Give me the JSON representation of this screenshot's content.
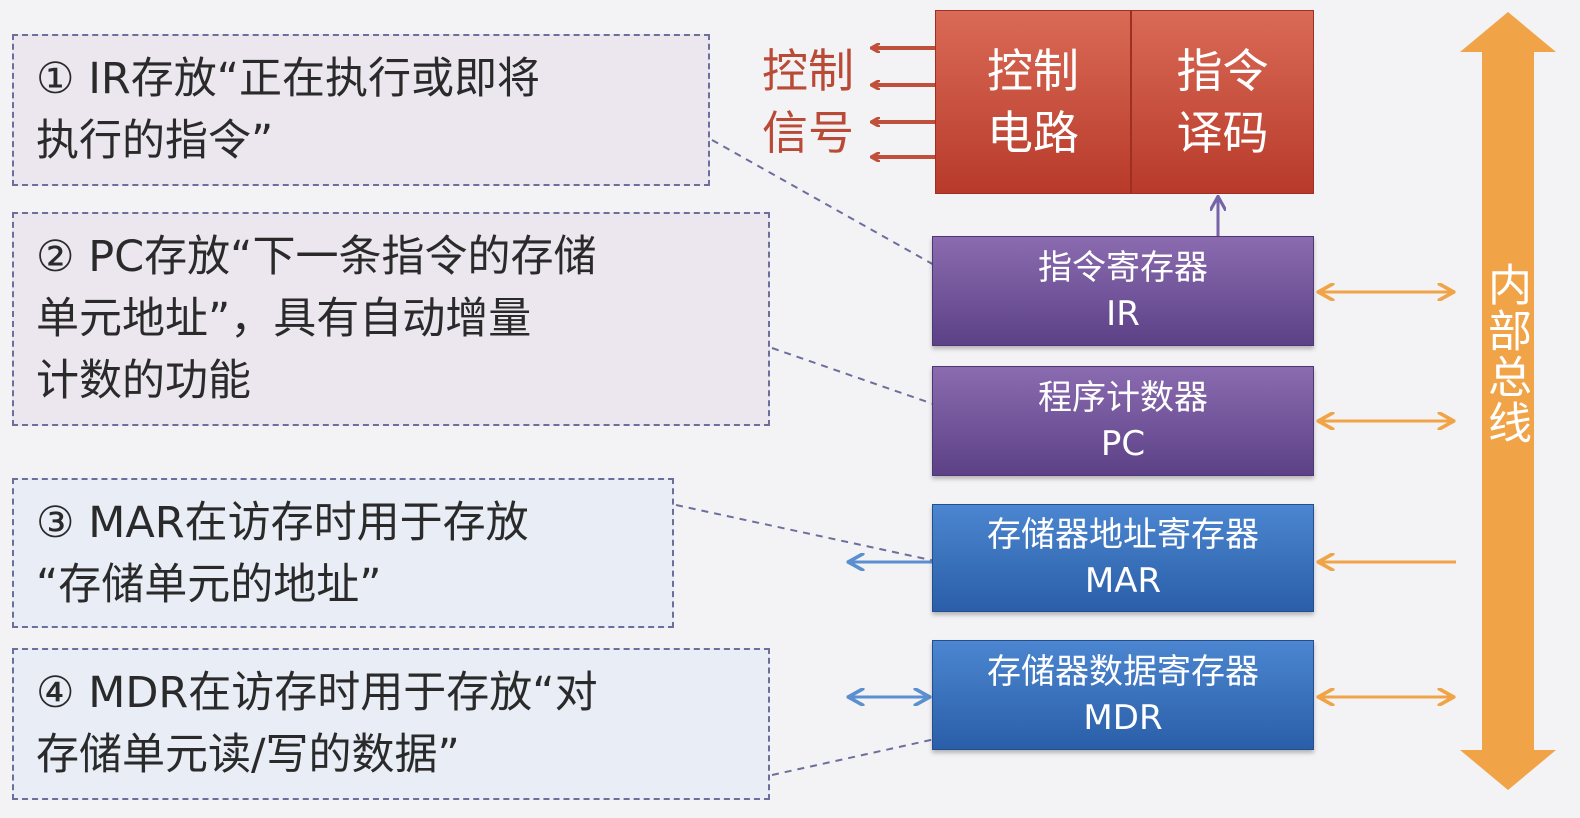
{
  "notes": [
    {
      "lines": [
        "① IR存放“正在执行或即将",
        "执行的指令”"
      ]
    },
    {
      "lines": [
        "② PC存放“下一条指令的存储",
        "单元地址”，具有自动增量",
        "计数的功能"
      ]
    },
    {
      "lines": [
        "③ MAR在访存时用于存放",
        " “存储单元的地址”"
      ]
    },
    {
      "lines": [
        "④ MDR在访存时用于存放“对",
        "存储单元读/写的数据”"
      ]
    }
  ],
  "control_signal": {
    "line1": "控制",
    "line2": "信号"
  },
  "control_circuit": {
    "line1": "控制",
    "line2": "电路"
  },
  "instruction_decode": {
    "line1": "指令",
    "line2": "译码"
  },
  "registers": {
    "ir": {
      "name": "指令寄存器",
      "abbr": "IR"
    },
    "pc": {
      "name": "程序计数器",
      "abbr": "PC"
    },
    "mar": {
      "name": "存储器地址寄存器",
      "abbr": "MAR"
    },
    "mdr": {
      "name": "存储器数据寄存器",
      "abbr": "MDR"
    }
  },
  "internal_bus": "内部总线",
  "colors": {
    "control": "#b83a2a",
    "register_purple": "#6a4c97",
    "register_blue": "#3a70bd",
    "bus": "#f0a347"
  }
}
